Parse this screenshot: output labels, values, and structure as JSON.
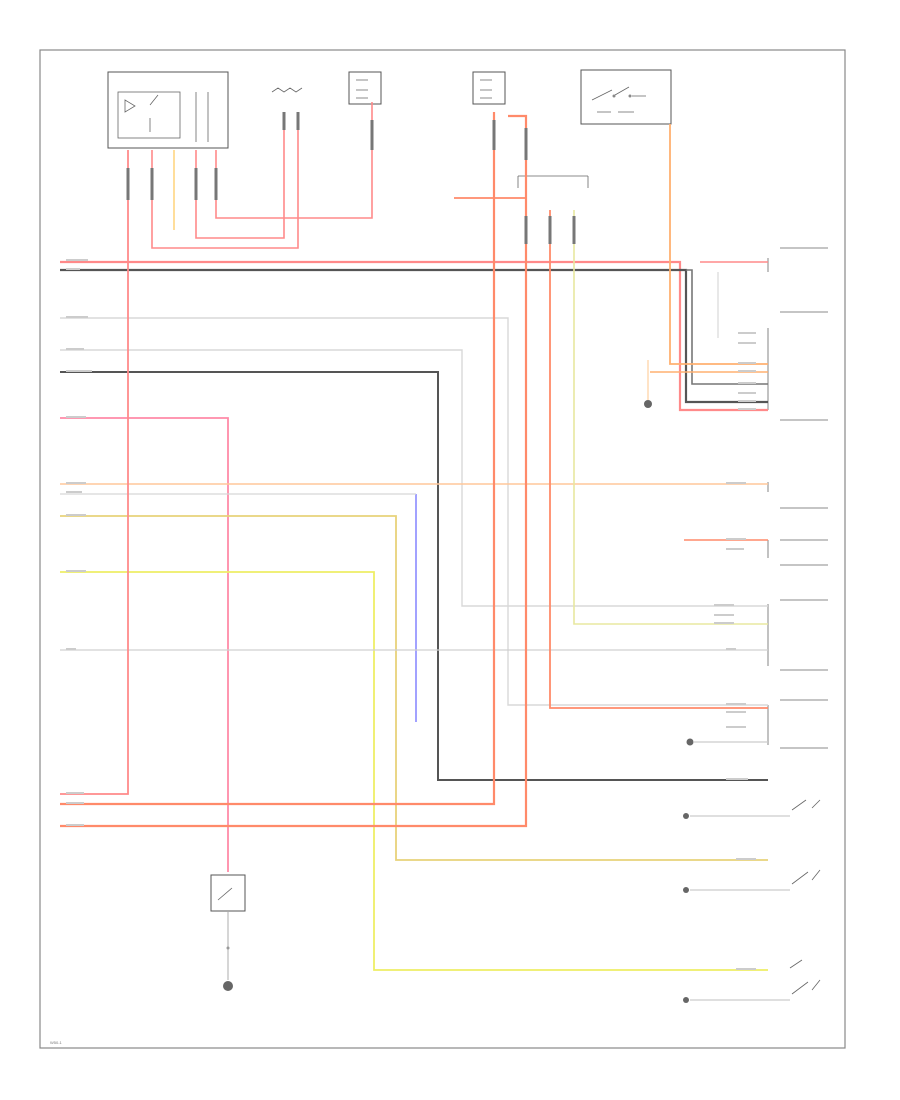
{
  "wires": [
    {
      "id": "w01",
      "color": "#ff8a8a"
    },
    {
      "id": "w02",
      "color": "#ff8a8a"
    },
    {
      "id": "w03",
      "color": "#ff8a8a"
    },
    {
      "id": "w04",
      "color": "#ffb08a"
    },
    {
      "id": "w05",
      "color": "#555555"
    },
    {
      "id": "w06",
      "color": "#d8d8d8"
    },
    {
      "id": "w07",
      "color": "#d8d8d8"
    },
    {
      "id": "w08",
      "color": "#555555"
    },
    {
      "id": "w09",
      "color": "#ff8aa8"
    },
    {
      "id": "w10",
      "color": "#ffc79a"
    },
    {
      "id": "w11",
      "color": "#8a8aff"
    },
    {
      "id": "w12",
      "color": "#e8d27a"
    },
    {
      "id": "w13",
      "color": "#eeee66"
    },
    {
      "id": "w14",
      "color": "#d0d0d0"
    },
    {
      "id": "w15",
      "color": "#ff8a8a"
    },
    {
      "id": "w16",
      "color": "#ff8a6a"
    },
    {
      "id": "w17",
      "color": "#ff8a6a"
    },
    {
      "id": "w18",
      "color": "#ffb070"
    },
    {
      "id": "w19",
      "color": "#e8e8a0"
    }
  ],
  "footer": {
    "page_code": "W50-1"
  }
}
